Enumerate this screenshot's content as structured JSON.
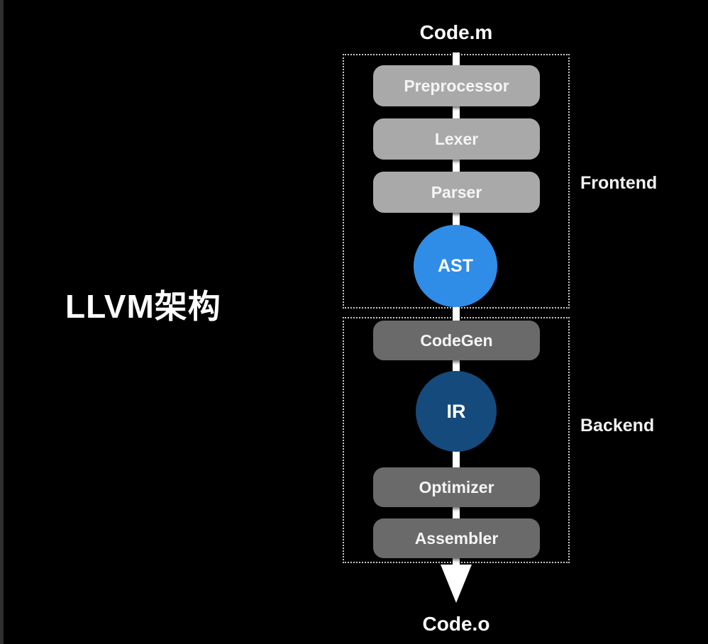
{
  "title": "LLVM架构",
  "pipeline": {
    "input_label": "Code.m",
    "output_label": "Code.o"
  },
  "frontend": {
    "label": "Frontend",
    "stages": [
      "Preprocessor",
      "Lexer",
      "Parser"
    ],
    "node": "AST"
  },
  "backend": {
    "label": "Backend",
    "stage_top": "CodeGen",
    "node": "IR",
    "stages_bottom": [
      "Optimizer",
      "Assembler"
    ]
  },
  "colors": {
    "background": "#000000",
    "frontend_stage_fill": "#a9a9a9",
    "backend_stage_fill": "#6a6a6a",
    "ast_node_fill": "#2f8de8",
    "ir_node_fill": "#154a7c",
    "flow_line": "#ffffff",
    "dashed_border": "#c9c9c9",
    "text": "#ffffff"
  }
}
